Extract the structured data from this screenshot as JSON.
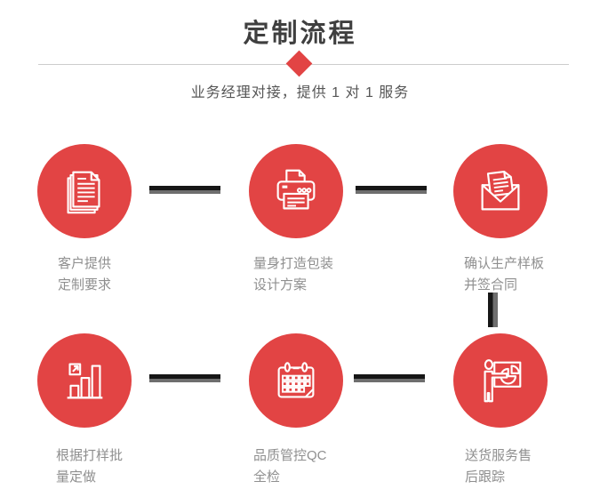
{
  "header": {
    "title": "定制流程",
    "subtitle": "业务经理对接，提供 1 对 1 服务"
  },
  "colors": {
    "accent": "#e24444",
    "title_text": "#3f3f3f",
    "subtitle_text": "#555555",
    "label_text": "#8f8f8f",
    "divider": "#cccccc",
    "connector_dark": "#161616",
    "connector_gray": "#6e6e6e"
  },
  "steps": [
    {
      "icon": "documents-icon",
      "label_line1": "客户提供",
      "label_line2": "定制要求"
    },
    {
      "icon": "printer-icon",
      "label_line1": "量身打造包装",
      "label_line2": "设计方案"
    },
    {
      "icon": "envelope-icon",
      "label_line1": "确认生产样板",
      "label_line2": "并签合同"
    },
    {
      "icon": "bar-chart-icon",
      "label_line1": "根据打样批",
      "label_line2": "量定做"
    },
    {
      "icon": "calendar-icon",
      "label_line1": "品质管控QC",
      "label_line2": "全检"
    },
    {
      "icon": "presentation-icon",
      "label_line1": "送货服务售",
      "label_line2": "后跟踪"
    }
  ]
}
